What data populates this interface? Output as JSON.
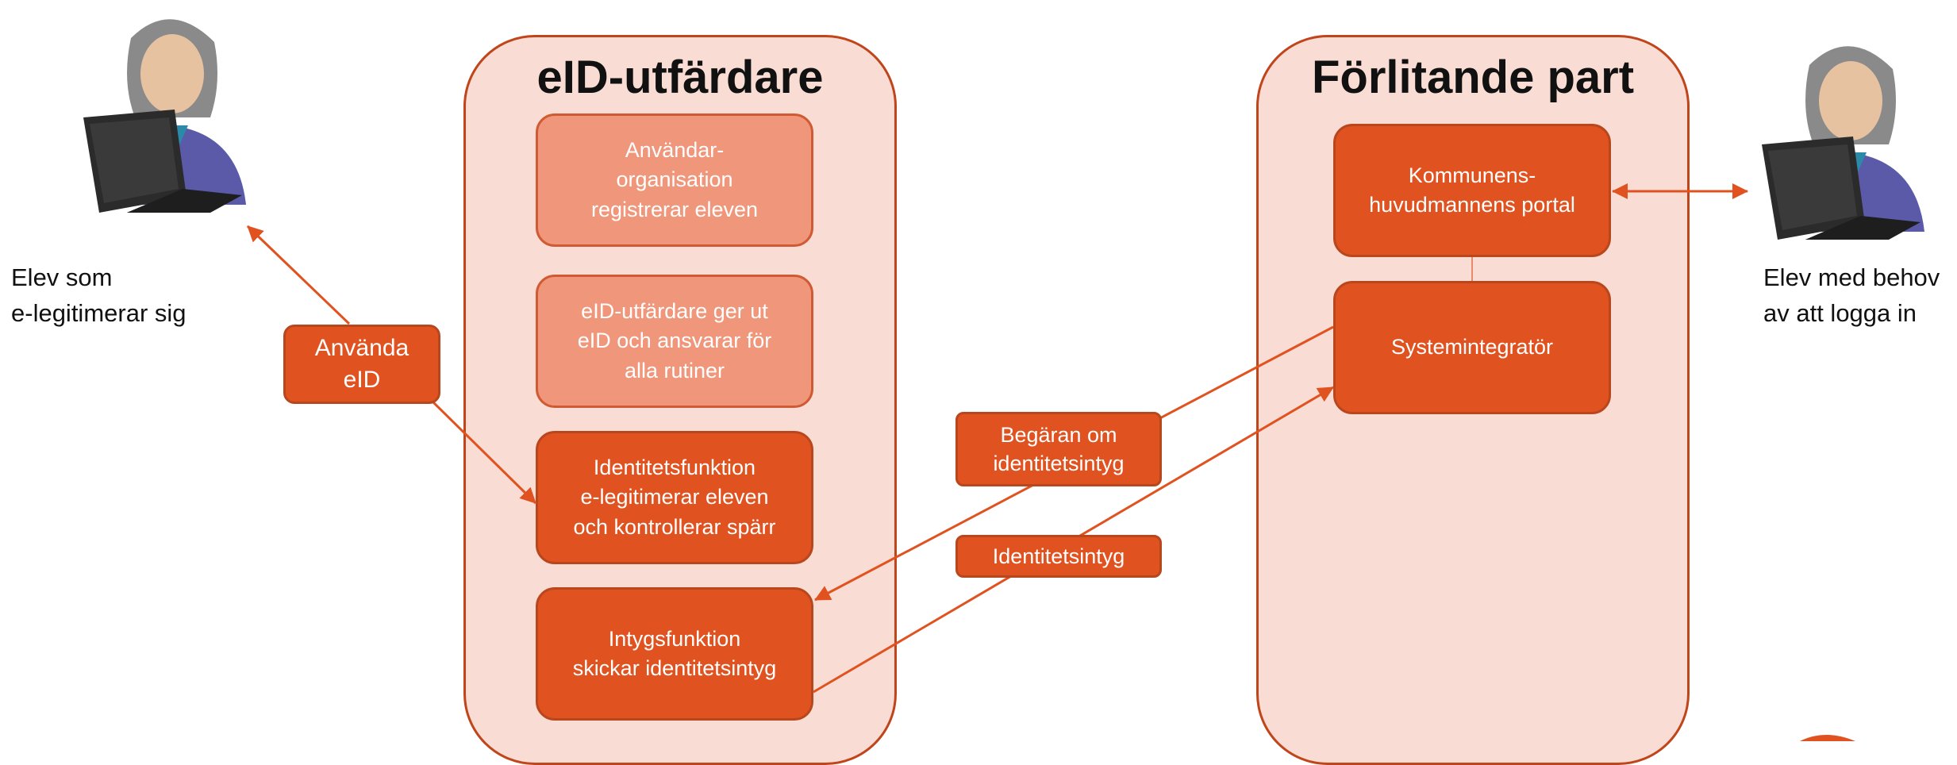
{
  "issuer": {
    "title": "eID-utfärdare",
    "boxes": [
      "Användar-\norganisation\nregistrerar eleven",
      "eID-utfärdare ger ut\neID och ansvarar för\nalla rutiner",
      "Identitetsfunktion\ne-legitimerar eleven\noch kontrollerar spärr",
      "Intygsfunktion\nskickar identitetsintyg"
    ]
  },
  "relying_party": {
    "title": "Förlitande part",
    "boxes": [
      "Kommunens-\nhuvudmannens portal",
      "Systemintegratör"
    ]
  },
  "labels": {
    "use_eid": "Använda\neID",
    "request": "Begäran om\nidentitetsintyg",
    "assertion": "Identitetsintyg"
  },
  "actors": {
    "left": "Elev som\ne-legitimerar sig",
    "right": "Elev med behov\nav att logga in"
  },
  "colors": {
    "panel_fill": "#f9dcd3",
    "box_dark": "#e0521f",
    "box_light": "#f0967a",
    "arrow": "#e0521f"
  }
}
